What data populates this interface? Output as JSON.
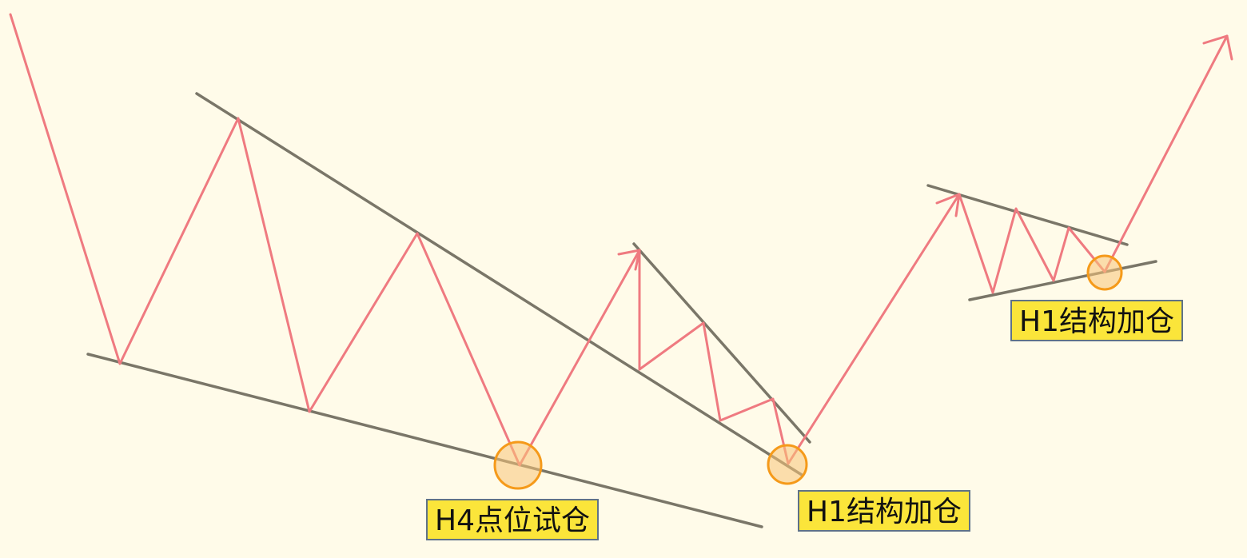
{
  "labels": {
    "h4_entry": "H4点位试仓",
    "h1_add_mid": "H1结构加仓",
    "h1_add_right": "H1结构加仓"
  },
  "colors": {
    "background": "#fffbe9",
    "trendline": "#7a7668",
    "price_path": "#ef7a80",
    "marker_stroke": "#f59a1a",
    "label_fill": "#fbe53a",
    "label_border": "#5f7288"
  }
}
